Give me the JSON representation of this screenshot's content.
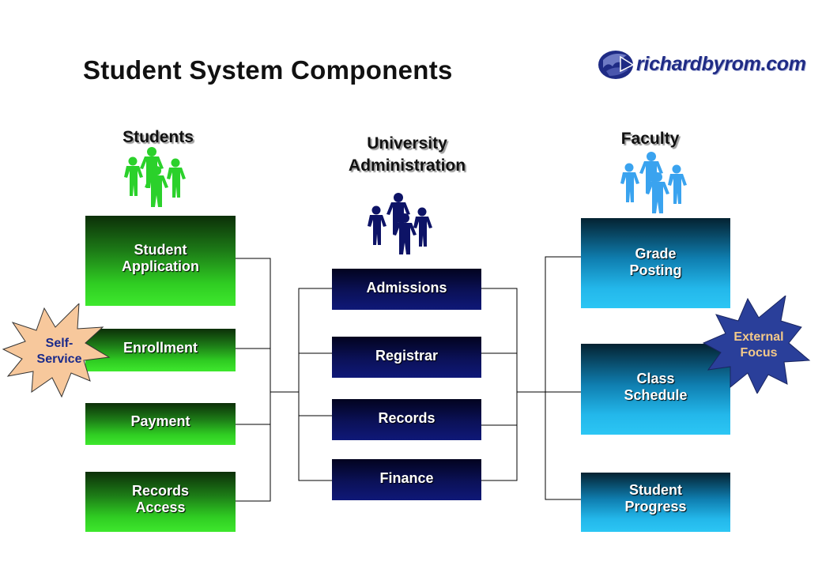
{
  "title": "Student System Components",
  "logo": {
    "text": "richardbyrom.com"
  },
  "groups": {
    "students": {
      "label": "Students",
      "color": "#2bd12b"
    },
    "administration": {
      "label": "University\nAdministration",
      "color": "#0d1366"
    },
    "faculty": {
      "label": "Faculty",
      "color": "#3aa3ef"
    }
  },
  "students_boxes": [
    "Student\nApplication",
    "Enrollment",
    "Payment",
    "Records\nAccess"
  ],
  "admin_boxes": [
    "Admissions",
    "Registrar",
    "Records",
    "Finance"
  ],
  "faculty_boxes": [
    "Grade\nPosting",
    "Class\nSchedule",
    "Student\nProgress"
  ],
  "callouts": {
    "self_service": {
      "text": "Self-\nService",
      "fill": "#f7c89c",
      "text_color": "#1a2a8a"
    },
    "external_focus": {
      "text": "External\nFocus",
      "fill": "#2a3f9a",
      "text_color": "#f3c98a"
    }
  }
}
